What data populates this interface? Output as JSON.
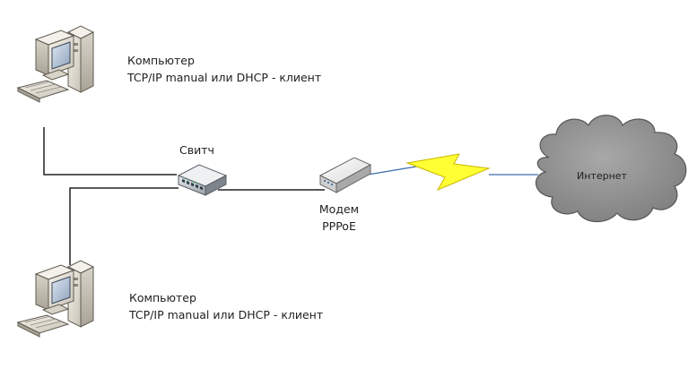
{
  "computer_top": {
    "name": "Компьютер",
    "mode": "TCP/IP manual или DHCP - клиент"
  },
  "computer_bottom": {
    "name": "Компьютер",
    "mode": "TCP/IP manual или DHCP - клиент"
  },
  "switch": {
    "label": "Свитч"
  },
  "modem": {
    "label": "Модем",
    "protocol": "PPPoE"
  },
  "internet": {
    "label": "Интернет"
  },
  "colors": {
    "line": "#222222",
    "cloud_fill": "#8c8c8c",
    "lightning_fill": "#ffff33",
    "wireless_link": "#3a6fb0"
  },
  "icons": [
    "desktop-computer-icon",
    "desktop-computer-icon",
    "network-switch-icon",
    "modem-icon",
    "internet-cloud-icon",
    "lightning-icon"
  ]
}
